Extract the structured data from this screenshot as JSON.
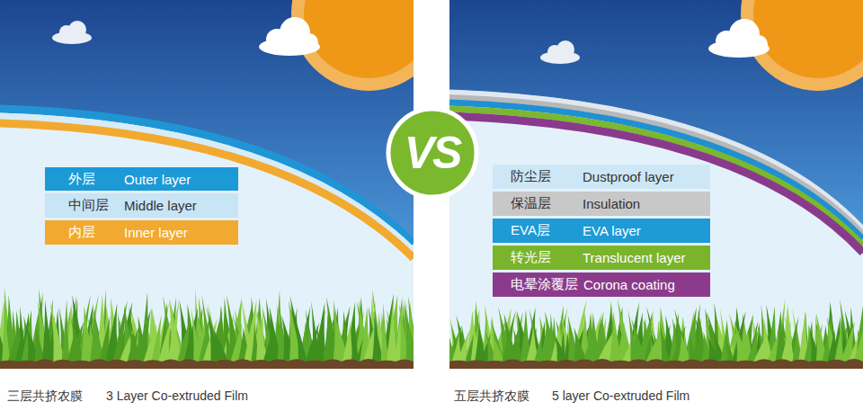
{
  "diagram": {
    "nodes": [
      {
        "text": [
          "外层",
          "Outer layer"
        ]
      },
      {
        "text": [
          "中间层",
          "Middle layer"
        ]
      },
      {
        "text": [
          "内层",
          "Inner layer"
        ]
      },
      {
        "text": [
          "VS"
        ]
      },
      {
        "text": [
          "防尘层",
          "Dustproof layer"
        ]
      },
      {
        "text": [
          "保温层",
          "Insulation"
        ]
      },
      {
        "text": [
          "EVA层",
          "EVA layer"
        ]
      },
      {
        "text": [
          "转光层",
          "Translucent layer"
        ]
      },
      {
        "text": [
          "电晕涂覆层",
          "Corona coating"
        ]
      }
    ],
    "labels": [
      "三层共挤农膜",
      "3 Layer Co-extruded Film",
      "五层共挤农膜",
      "5 layer Co-extruded Film"
    ]
  }
}
